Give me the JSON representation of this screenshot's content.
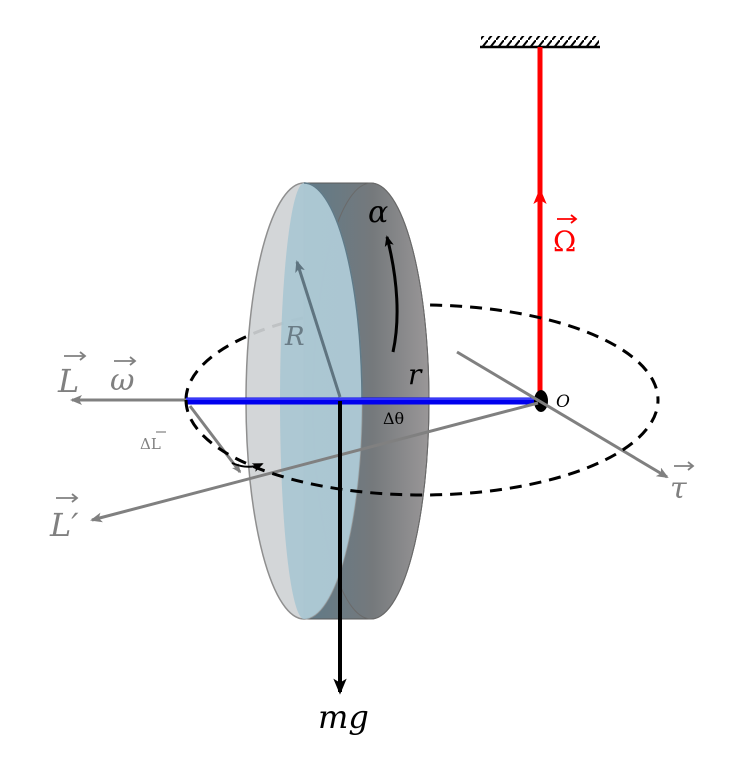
{
  "diagram": {
    "labels": {
      "alpha": "α",
      "Omega": "Ω",
      "R": "R",
      "r": "r",
      "L": "L",
      "omega": "ω",
      "delta_L": "ΔL",
      "L_prime": "L′",
      "delta_theta": "Δθ",
      "O": "O",
      "tau": "τ",
      "mg": "mg"
    },
    "colors": {
      "background": "#ffffff",
      "axis_support": "#ff0000",
      "rod": "#0000ff",
      "vectors": "#808080",
      "outline": "#000000",
      "disk_face": "#a9c7d3",
      "disk_rim": "#757c80"
    }
  }
}
